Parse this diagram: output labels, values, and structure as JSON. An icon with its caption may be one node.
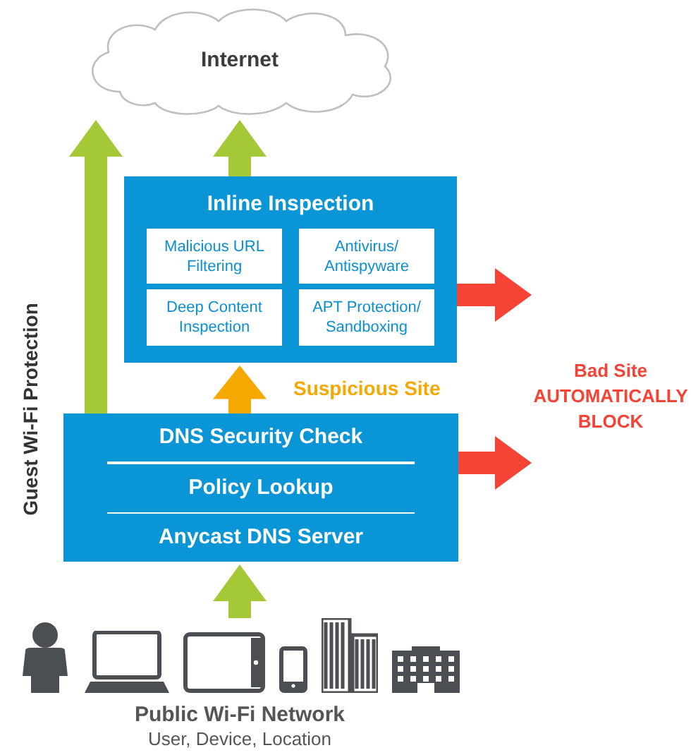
{
  "diagram": {
    "nodes": [
      {
        "text": [
          "Internet"
        ]
      },
      {
        "text": [
          "Inline Inspection"
        ]
      },
      {
        "text": [
          "Malicious URL Filtering"
        ],
        "in": 1
      },
      {
        "text": [
          "Antivirus/ Antispyware"
        ],
        "in": 1
      },
      {
        "text": [
          "Deep Content Inspection"
        ],
        "in": 1
      },
      {
        "text": [
          "APT Protection/ Sandboxing"
        ],
        "in": 1
      },
      {
        "text": [
          "DNS Security Check",
          "Policy Lookup",
          "Anycast DNS Server"
        ]
      },
      {
        "text": [
          "Bad Site AUTOMATICALLY BLOCK"
        ]
      },
      {
        "text": [
          "Public Wi-Fi Network",
          "User, Device, Location"
        ]
      }
    ],
    "edges": [
      {
        "from": 6,
        "to": 0,
        "arrow": "to",
        "color": "#a5c936"
      },
      {
        "from": 1,
        "to": 0,
        "arrow": "to",
        "color": "#a5c936"
      },
      {
        "from": 6,
        "to": 1,
        "arrow": "to",
        "label": "Suspicious Site",
        "color": "#f5a800"
      },
      {
        "from": 1,
        "to": null,
        "arrow": "to",
        "color": "#f54336"
      },
      {
        "from": 6,
        "to": null,
        "arrow": "to",
        "color": "#f54336"
      },
      {
        "from": 8,
        "to": 6,
        "arrow": "to",
        "color": "#a5c936"
      }
    ],
    "labels": [
      "Guest Wi-Fi Protection"
    ]
  }
}
